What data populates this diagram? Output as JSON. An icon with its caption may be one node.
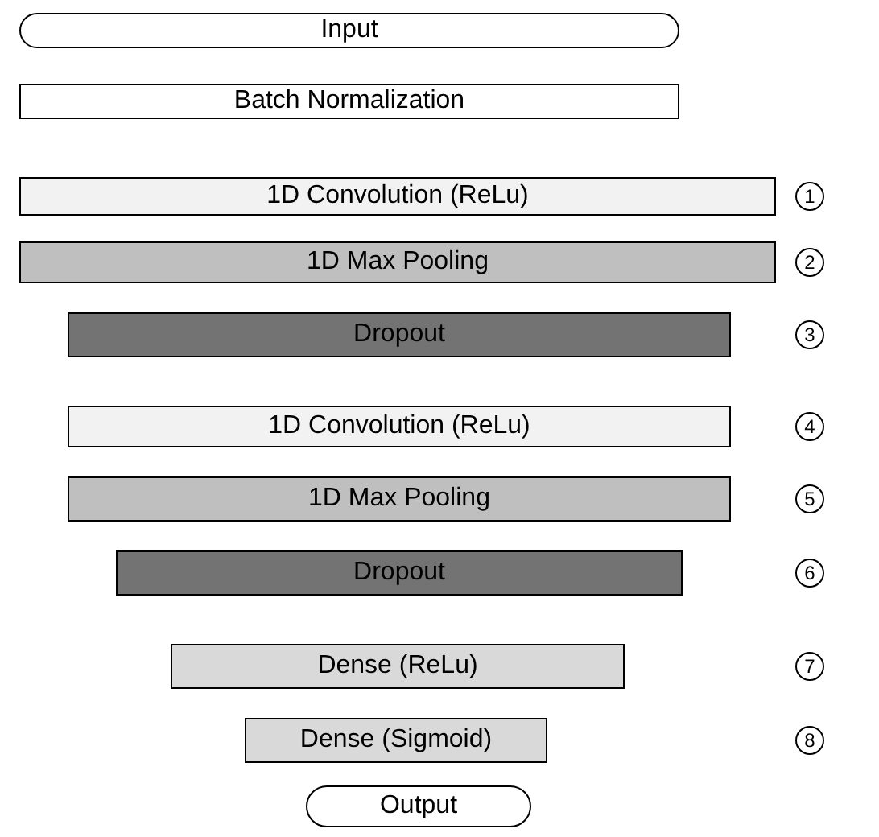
{
  "diagram": {
    "nodes": [
      {
        "text": [
          "Input"
        ]
      },
      {
        "text": [
          "Batch Normalization"
        ]
      },
      {
        "text": [
          "1D Convolution (ReLu)"
        ]
      },
      {
        "text": [
          "1D Max Pooling"
        ]
      },
      {
        "text": [
          "Dropout"
        ]
      },
      {
        "text": [
          "1D Convolution (ReLu)"
        ]
      },
      {
        "text": [
          "1D Max Pooling"
        ]
      },
      {
        "text": [
          "Dropout"
        ]
      },
      {
        "text": [
          "Dense (ReLu)"
        ]
      },
      {
        "text": [
          "Dense (Sigmoid)"
        ]
      },
      {
        "text": [
          "Output"
        ]
      }
    ],
    "labels": [
      "1",
      "2",
      "3",
      "4",
      "5",
      "6",
      "7",
      "8"
    ]
  }
}
